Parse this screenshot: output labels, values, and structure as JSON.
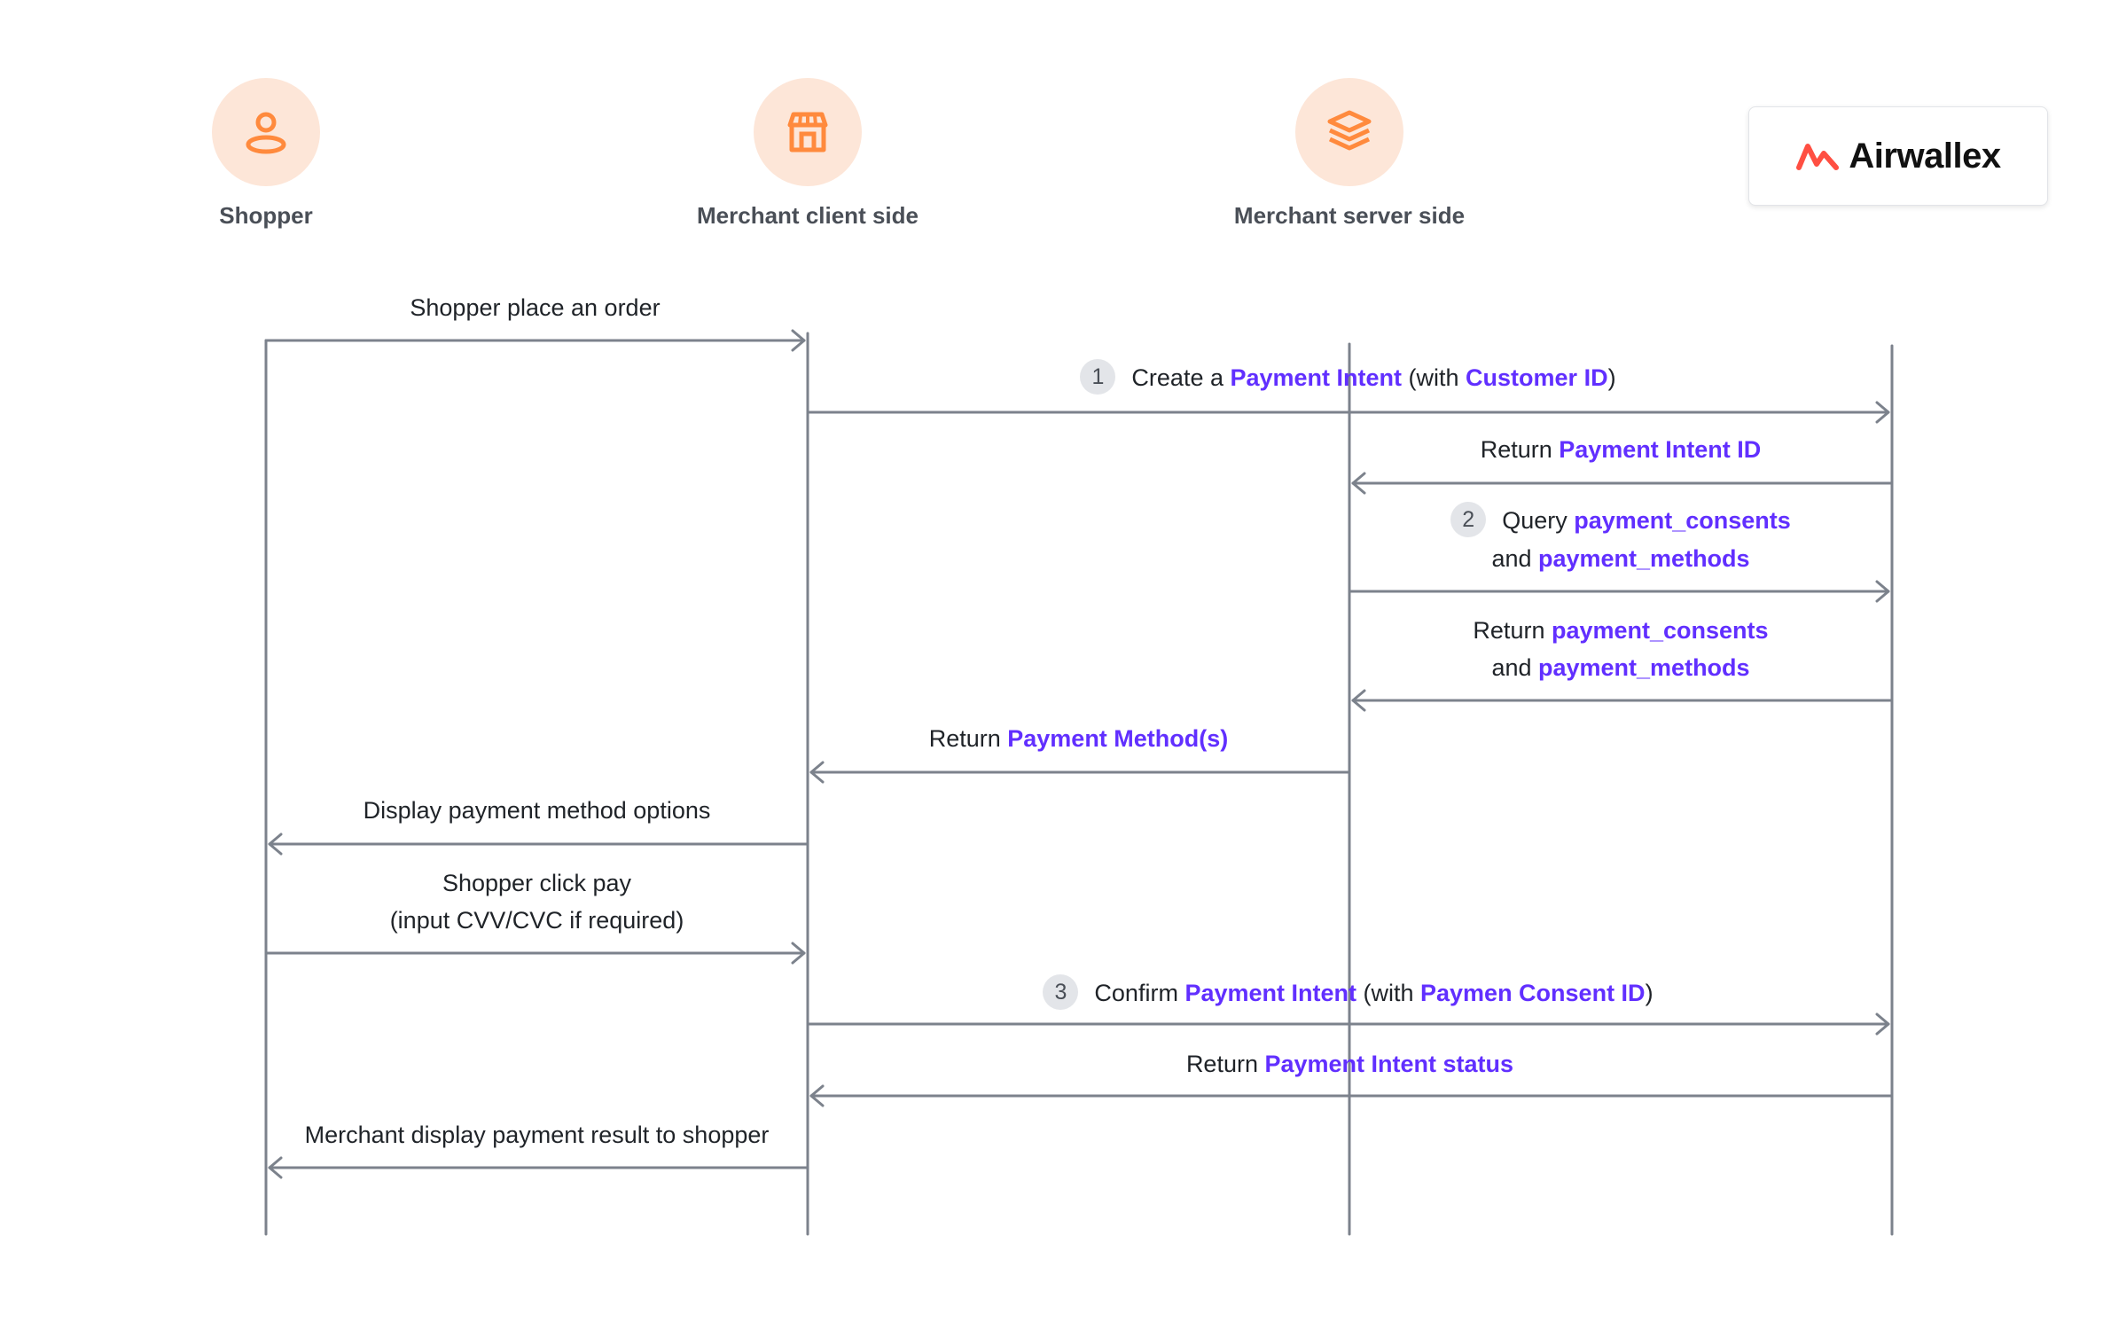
{
  "actors": [
    {
      "name": "Shopper",
      "icon": "user-icon"
    },
    {
      "name": "Merchant client side",
      "icon": "store-icon"
    },
    {
      "name": "Merchant server side",
      "icon": "layers-icon"
    }
  ],
  "logo": {
    "text": "Airwallex",
    "icon": "airwallex-logo-icon",
    "color": "#ff4f42"
  },
  "accent_color": "#612fff",
  "icon_color": "#ff8a3d",
  "messages": {
    "m1": {
      "text": "Shopper place an order"
    },
    "m2": {
      "step": "1",
      "pre": "Create a ",
      "hl1": "Payment Intent",
      "mid": " (with ",
      "hl2": "Customer ID",
      "post": ")"
    },
    "m3": {
      "pre": "Return ",
      "hl1": "Payment Intent ID"
    },
    "m4": {
      "step": "2",
      "pre": "Query ",
      "hl1": "payment_consents",
      "pre2": "and ",
      "hl2": "payment_methods"
    },
    "m5": {
      "pre": "Return ",
      "hl1": "payment_consents",
      "pre2": "and ",
      "hl2": "payment_methods"
    },
    "m6": {
      "pre": "Return ",
      "hl1": "Payment Method(s)"
    },
    "m7": {
      "text": "Display payment method options"
    },
    "m8": {
      "line1": "Shopper click pay",
      "line2": "(input CVV/CVC if required)"
    },
    "m9": {
      "step": "3",
      "pre": "Confirm ",
      "hl1": "Payment Intent",
      "mid": " (with ",
      "hl2": "Paymen Consent ID",
      "post": ")"
    },
    "m10": {
      "pre": "Return ",
      "hl1": "Payment Intent status"
    },
    "m11": {
      "text": "Merchant display payment result to shopper"
    }
  }
}
